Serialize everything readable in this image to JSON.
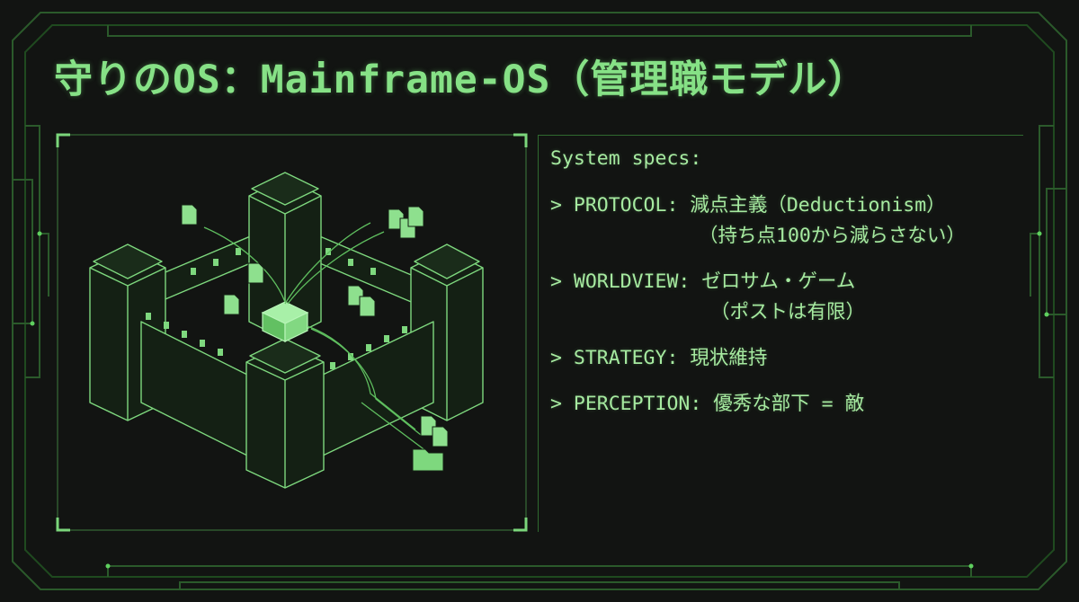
{
  "title": "守りのOS：Mainframe-OS（管理職モデル）",
  "specs": {
    "heading": "System specs:",
    "items": [
      {
        "prefix": "> ",
        "label": "PROTOCOL:",
        "value": "減点主義（Deductionism）",
        "sub": "（持ち点100から減らさない）"
      },
      {
        "prefix": "> ",
        "label": "WORLDVIEW:",
        "value": "ゼロサム・ゲーム",
        "sub": "（ポストは有限）"
      },
      {
        "prefix": "> ",
        "label": "STRATEGY:",
        "value": "現状維持"
      },
      {
        "prefix": "> ",
        "label": "PERCEPTION:",
        "value": "優秀な部下 = 敵"
      }
    ]
  },
  "colors": {
    "background": "#121412",
    "accent": "#86e186",
    "line": "#2f6a2f",
    "text": "#a6eaa0"
  }
}
